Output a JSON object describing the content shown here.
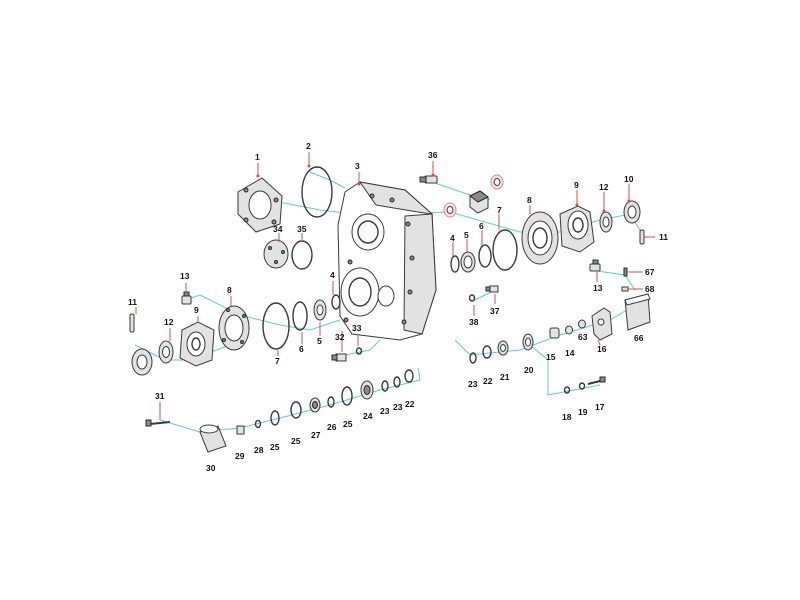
{
  "labels": {
    "p1": "1",
    "p2": "2",
    "p3": "3",
    "p4": "4",
    "p4b": "4",
    "p5": "5",
    "p5b": "5",
    "p6": "6",
    "p6b": "6",
    "p7": "7",
    "p7b": "7",
    "p8": "8",
    "p8b": "8",
    "p9": "9",
    "p9b": "9",
    "p10": "10",
    "p11": "11",
    "p11b": "11",
    "p12": "12",
    "p12b": "12",
    "p13": "13",
    "p13b": "13",
    "p14": "14",
    "p15": "15",
    "p16": "16",
    "p17": "17",
    "p18": "18",
    "p19": "19",
    "p20": "20",
    "p21": "21",
    "p22": "22",
    "p22b": "22",
    "p23": "23",
    "p23b": "23",
    "p24": "24",
    "p25": "25",
    "p25b": "25",
    "p26": "26",
    "p27": "27",
    "p28": "28",
    "p29": "29",
    "p30": "30",
    "p31": "31",
    "p32": "32",
    "p33": "33",
    "p34": "34",
    "p35": "35",
    "p36": "36",
    "p37": "37",
    "p38": "38",
    "p63": "63",
    "p66": "66",
    "p67": "67",
    "p68": "68"
  },
  "colors": {
    "assembly_axis": "#5fc9d8",
    "leader_line": "#e04848",
    "part_outline": "#3a3a3a",
    "label_text": "#111111"
  }
}
